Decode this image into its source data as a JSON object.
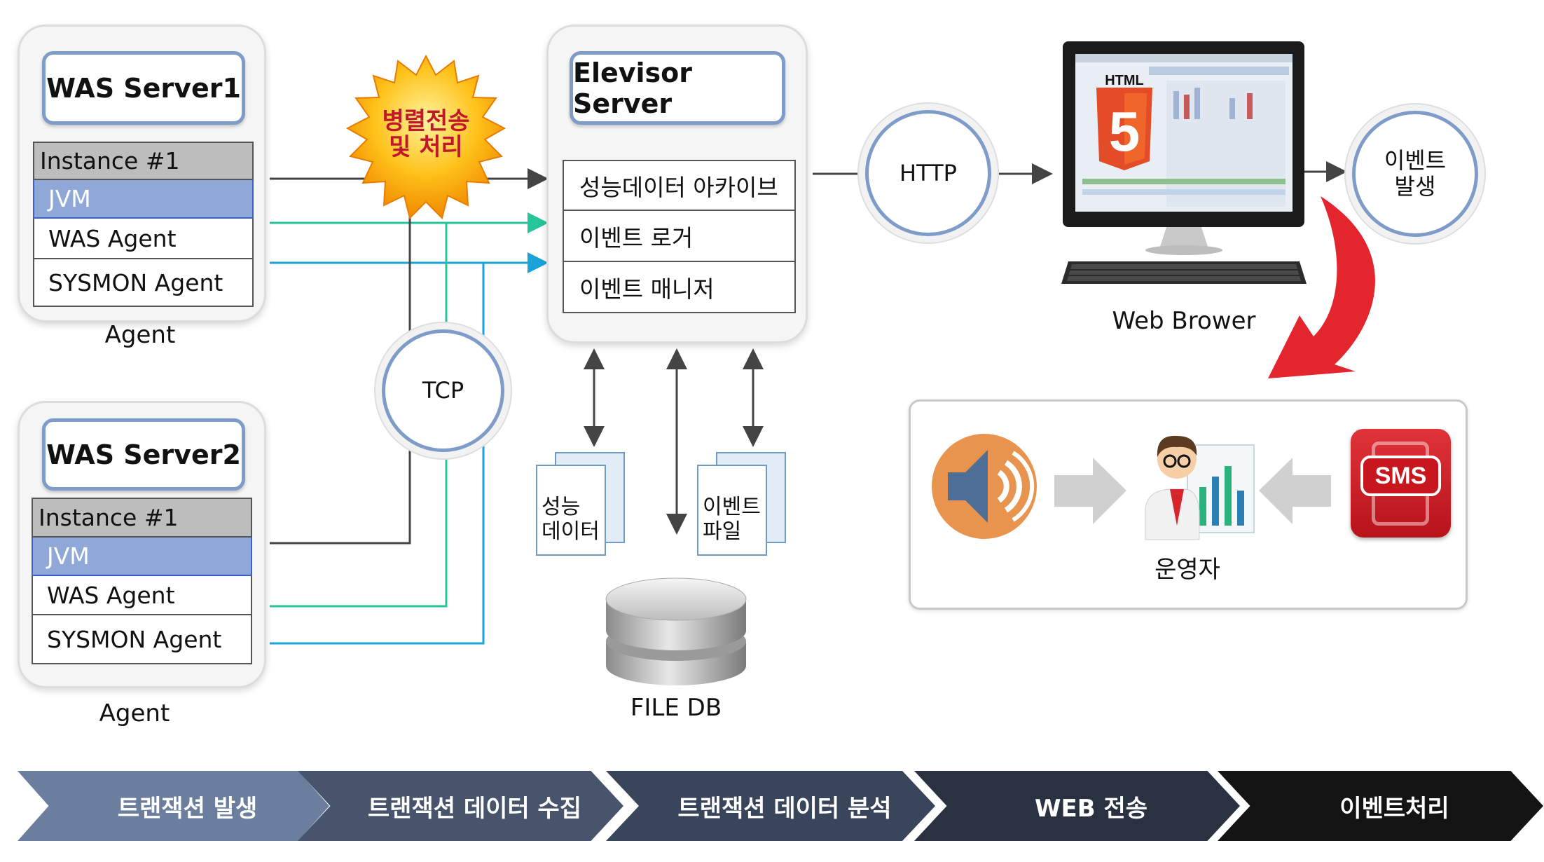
{
  "agent1": {
    "title": "WAS Server1",
    "instance": "Instance #1",
    "jvm": "JVM",
    "was_agent": "WAS Agent",
    "sysmon_agent": "SYSMON Agent",
    "caption": "Agent"
  },
  "agent2": {
    "title": "WAS Server2",
    "instance": "Instance #1",
    "jvm": "JVM",
    "was_agent": "WAS Agent",
    "sysmon_agent": "SYSMON Agent",
    "caption": "Agent"
  },
  "badge": {
    "line1": "병렬전송",
    "line2": "및 처리"
  },
  "tcp": "TCP",
  "server": {
    "title": "Elevisor Server",
    "items": [
      "성능데이터 아카이브",
      "이벤트 로거",
      "이벤트 매니저"
    ]
  },
  "perf_doc": {
    "line1": "성능",
    "line2": "데이터"
  },
  "event_doc": {
    "line1": "이벤트",
    "line2": "파일"
  },
  "db_label": "FILE DB",
  "http": "HTTP",
  "browser": {
    "html_label": "HTML",
    "html_number": "5",
    "caption": "Web Brower"
  },
  "event_circle": {
    "line1": "이벤트",
    "line2": "발생"
  },
  "operator": {
    "label": "운영자",
    "sms_label": "SMS"
  },
  "flow": [
    "트랜잭션 발생",
    "트랜잭션 데이터 수집",
    "트랜잭션 데이터 분석",
    "WEB 전송",
    "이벤트처리"
  ],
  "colors": {
    "flow": [
      "#6b7e9e",
      "#47546b",
      "#39455a",
      "#2a3140",
      "#141414"
    ],
    "accent_blue": "#7f9cc9",
    "line_green": "#26c49a",
    "line_cyan": "#1aa3d9",
    "arrow_red": "#e3262d"
  }
}
